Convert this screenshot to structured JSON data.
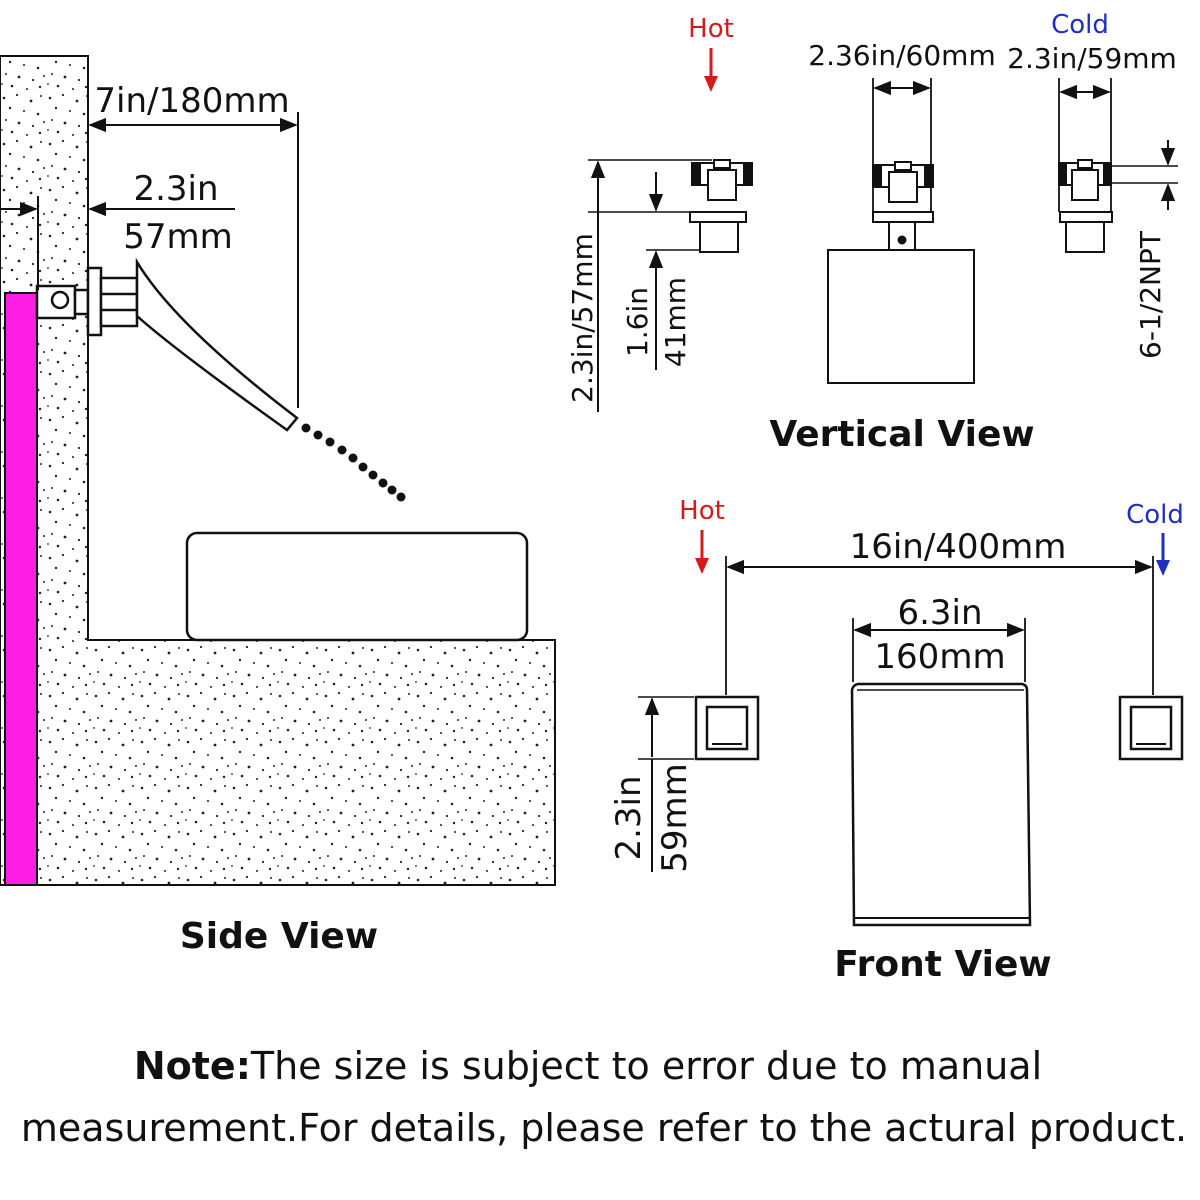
{
  "colors": {
    "hot": "#d61a1a",
    "cold": "#1f2fbf",
    "pipe": "#ff1ee6",
    "ink": "#111111"
  },
  "side_view": {
    "title": "Side View",
    "dim_wall_to_spout": "7in/180mm",
    "dim_valve_in": "2.3in",
    "dim_valve_mm": "57mm"
  },
  "vertical_view": {
    "title": "Vertical View",
    "hot_label": "Hot",
    "cold_label": "Cold",
    "dim_total_height": "2.3in/57mm",
    "dim_body_in": "1.6in",
    "dim_body_mm": "41mm",
    "dim_spout_width": "2.36in/60mm",
    "dim_valve_width": "2.3in/59mm",
    "dim_thread": "6-1/2NPT"
  },
  "front_view": {
    "title": "Front View",
    "hot_label": "Hot",
    "cold_label": "Cold",
    "dim_spacing": "16in/400mm",
    "dim_spout_in": "6.3in",
    "dim_spout_mm": "160mm",
    "dim_plate_in": "2.3in",
    "dim_plate_mm": "59mm"
  },
  "note": {
    "label": "Note:",
    "line1": "The size is subject to error due to manual",
    "line2": "measurement.For details, please refer to the actural product."
  }
}
